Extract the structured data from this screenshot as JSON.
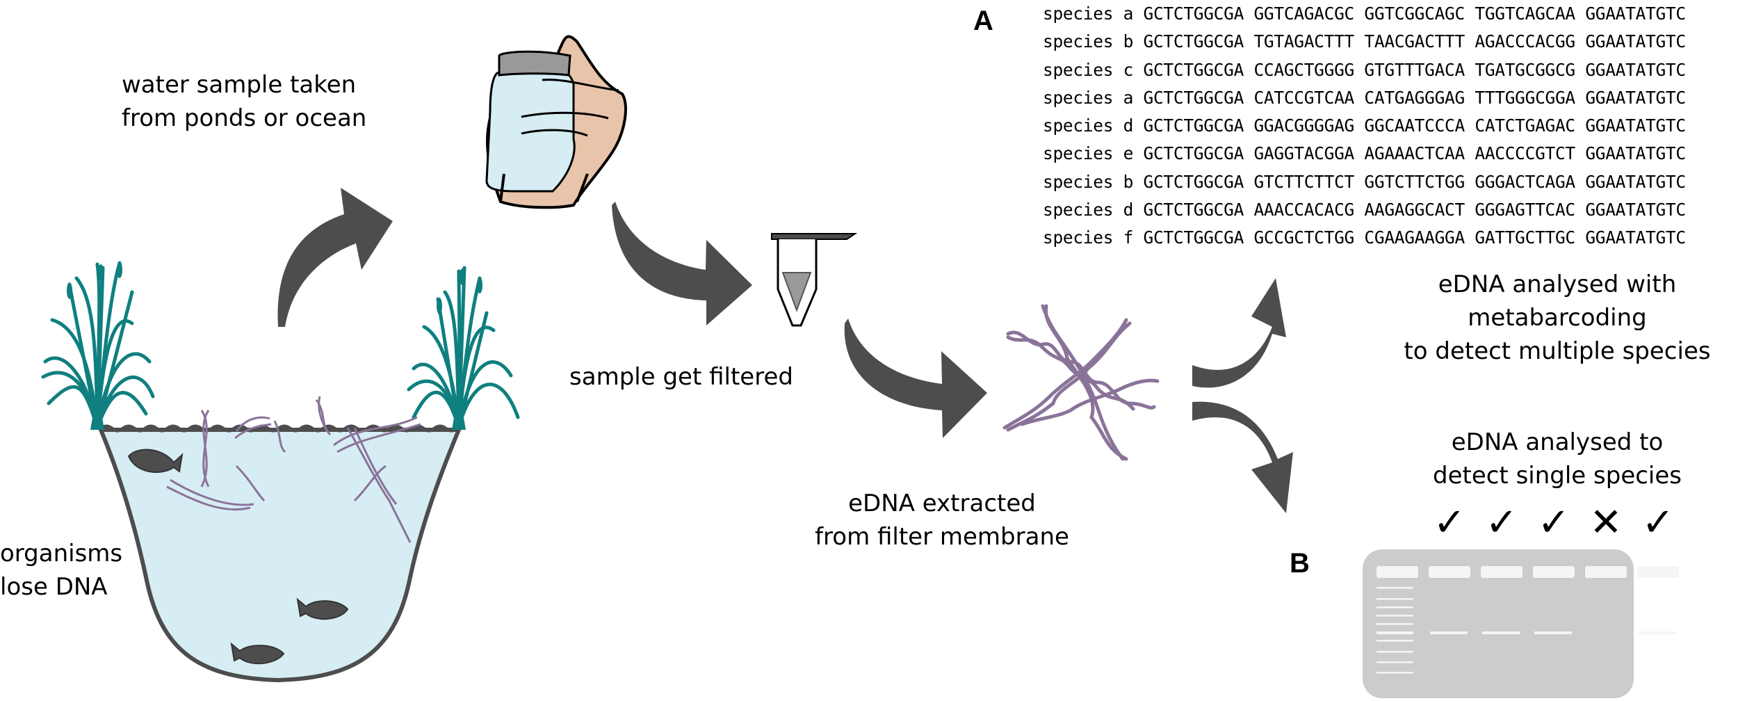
{
  "labels": {
    "water_sample": [
      "water sample taken",
      "from ponds or ocean"
    ],
    "organisms": [
      "organisms",
      "lose DNA"
    ],
    "filtered": "sample get filtered",
    "extracted": [
      "eDNA extracted",
      "from filter membrane"
    ],
    "metabarcoding": [
      "eDNA analysed with",
      "metabarcoding",
      "to detect multiple species"
    ],
    "single_species": [
      "eDNA analysed to",
      "detect single species"
    ]
  },
  "panels": {
    "a": "A",
    "b": "B"
  },
  "sequences": [
    {
      "species": "species a",
      "seq": "GCTCTGGCGA GGTCAGACGC GGTCGGCAGC TGGTCAGCAA GGAATATGTC"
    },
    {
      "species": "species b",
      "seq": "GCTCTGGCGA TGTAGACTTT TAACGACTTT AGACCCACGG GGAATATGTC"
    },
    {
      "species": "species c",
      "seq": "GCTCTGGCGA CCAGCTGGGG GTGTTTGACA TGATGCGGCG GGAATATGTC"
    },
    {
      "species": "species a",
      "seq": "GCTCTGGCGA CATCCGTCAA CATGAGGGAG TTTGGGCGGA GGAATATGTC"
    },
    {
      "species": "species d",
      "seq": "GCTCTGGCGA GGACGGGGAG GGCAATCCCA CATCTGAGAC GGAATATGTC"
    },
    {
      "species": "species e",
      "seq": "GCTCTGGCGA GAGGTACGGA AGAAACTCAA AACCCCGTCT GGAATATGTC"
    },
    {
      "species": "species b",
      "seq": "GCTCTGGCGA GTCTTCTTCT GGTCTTCTGG GGGACTCAGA GGAATATGTC"
    },
    {
      "species": "species d",
      "seq": "GCTCTGGCGA AAACCACACG AAGAGGCACT GGGAGTTCAC GGAATATGTC"
    },
    {
      "species": "species f",
      "seq": "GCTCTGGCGA GCCGCTCTGG CGAAGAAGGA GATTGCTTGC GGAATATGTC"
    }
  ],
  "gel": {
    "results": [
      {
        "symbol": "✓",
        "detected": true
      },
      {
        "symbol": "✓",
        "detected": true
      },
      {
        "symbol": "✓",
        "detected": true
      },
      {
        "symbol": "✕",
        "detected": false
      },
      {
        "symbol": "✓",
        "detected": true
      }
    ]
  },
  "colors": {
    "arrow": "#4d4d4d",
    "water": "#d6edf4",
    "plant": "#0f7f7f",
    "dna": "#8a7399",
    "skin": "#e8c4aa",
    "gel": "#cccccc",
    "gel_band": "#f5f5f5"
  }
}
